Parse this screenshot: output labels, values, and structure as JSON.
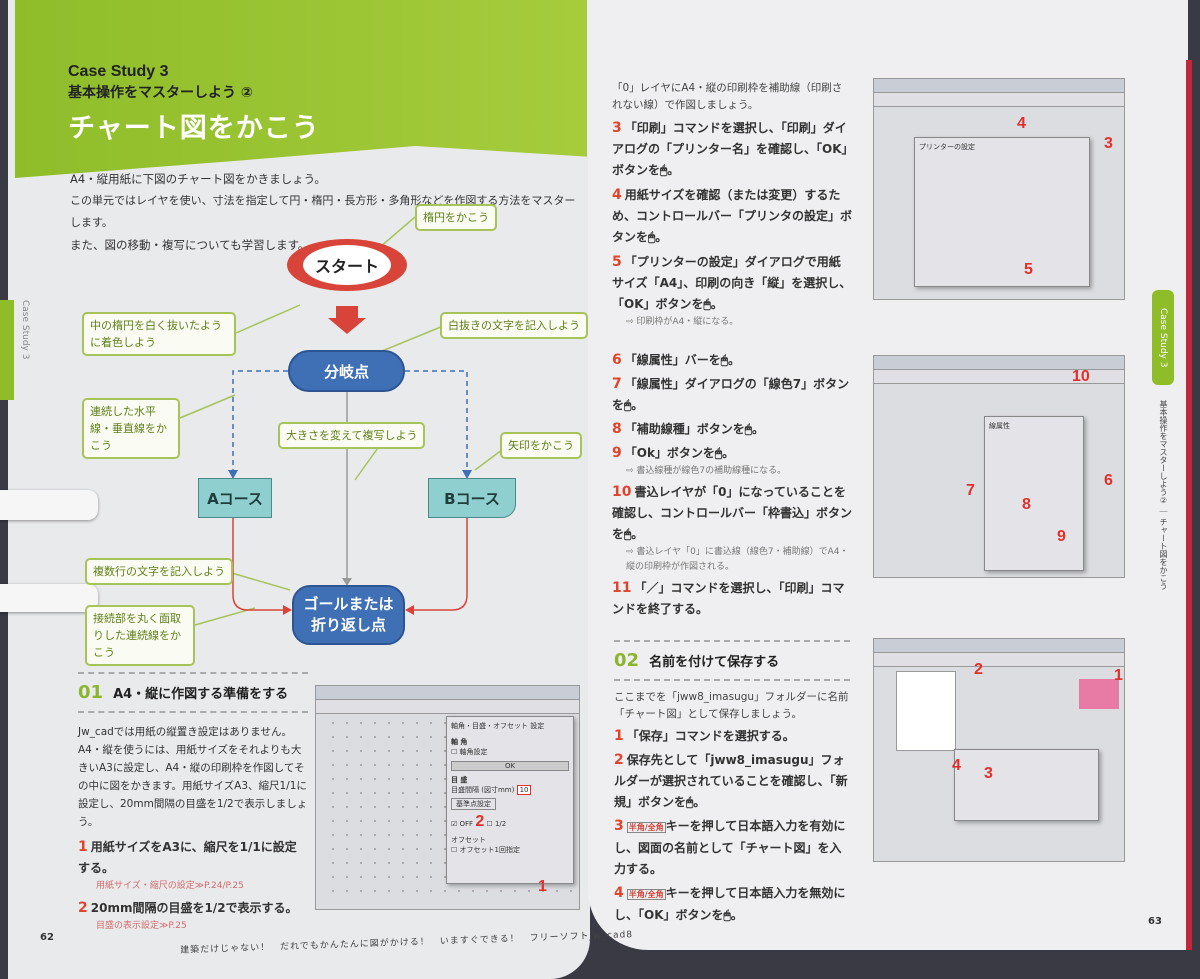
{
  "left": {
    "case_label": "Case Study 3",
    "subtitle": "基本操作をマスターしよう ②",
    "title": "チャート図をかこう",
    "intro": [
      "A4・縦用紙に下図のチャート図をかきましょう。",
      "この単元ではレイヤを使い、寸法を指定して円・楕円・長方形・多角形などを作図する方法をマスターします。",
      "また、図の移動・複写についても学習します。"
    ],
    "chart": {
      "start": "スタート",
      "branch": "分岐点",
      "course_a": "Aコース",
      "course_b": "Bコース",
      "goal_line1": "ゴールまたは",
      "goal_line2": "折り返し点",
      "callouts": [
        "楕円をかこう",
        "中の楕円を白く抜いたように着色しよう",
        "白抜きの文字を記入しよう",
        "連続した水平線・垂直線をかこう",
        "大きさを変えて複写しよう",
        "矢印をかこう",
        "複数行の文字を記入しよう",
        "接続部を丸く面取りした連続線をかこう"
      ]
    },
    "section": {
      "number": "01",
      "heading": "A4・縦に作図する準備をする",
      "body": "Jw_cadでは用紙の縦置き設定はありません。A4・縦を使うには、用紙サイズをそれよりも大きいA3に設定し、A4・縦の印刷枠を作図してその中に図をかきます。用紙サイズA3、縮尺1/1に設定し、20mm間隔の目盛を1/2で表示しましょう。",
      "steps": [
        {
          "n": "1",
          "text": "用紙サイズをA3に、縮尺を1/1に設定する。",
          "ref": "用紙サイズ・縮尺の設定≫P.24/P.25"
        },
        {
          "n": "2",
          "text": "20mm間隔の目盛を1/2で表示する。",
          "ref": "目盛の表示設定≫P.25"
        }
      ]
    },
    "screenshot": {
      "dialog_title": "軸角・目盛・オフセット 設定",
      "axis": "軸 角",
      "axis_check": "軸角設定",
      "ok": "OK",
      "grid": "目 盛",
      "grid_interval": "目盛間隔 (図寸mm)",
      "grid_value": "10",
      "base_point": "基準点設定",
      "off": "OFF",
      "half": "1/2",
      "offset": "オフセット",
      "offset_once": "オフセット1回指定",
      "markers": [
        "1",
        "2"
      ]
    },
    "page_number": "62",
    "footer": "建築だけじゃない！　だれでもかんたんに図がかける！　いますぐできる！　フリーソフトJw_cad8"
  },
  "right": {
    "intro": "「0」レイヤにA4・縦の印刷枠を補助線（印刷されない線）で作図しましょう。",
    "steps_a": [
      {
        "n": "3",
        "text": "「印刷」コマンドを選択し、「印刷」ダイアログの「プリンター名」を確認し、「OK」ボタンを🖱。"
      },
      {
        "n": "4",
        "text": "用紙サイズを確認（または変更）するため、コントロールバー「プリンタの設定」ボタンを🖱。"
      },
      {
        "n": "5",
        "text": "「プリンターの設定」ダイアログで用紙サイズ「A4」、印刷の向き「縦」を選択し、「OK」ボタンを🖱。",
        "note": "⇨ 印刷枠がA4・縦になる。"
      }
    ],
    "steps_b": [
      {
        "n": "6",
        "text": "「線属性」バーを🖱。"
      },
      {
        "n": "7",
        "text": "「線属性」ダイアログの「線色7」ボタンを🖱。"
      },
      {
        "n": "8",
        "text": "「補助線種」ボタンを🖱。"
      },
      {
        "n": "9",
        "text": "「Ok」ボタンを🖱。",
        "note": "⇨ 書込線種が線色7の補助線種になる。"
      },
      {
        "n": "10",
        "text": "書込レイヤが「0」になっていることを確認し、コントロールバー「枠書込」ボタンを🖱。",
        "note": "⇨ 書込レイヤ「0」に書込線（線色7・補助線）でA4・縦の印刷枠が作図される。"
      },
      {
        "n": "11",
        "text": "「／」コマンドを選択し、「印刷」コマンドを終了する。"
      }
    ],
    "section": {
      "number": "02",
      "heading": "名前を付けて保存する",
      "body": "ここまでを「jww8_imasugu」フォルダーに名前「チャート図」として保存しましょう。",
      "steps": [
        {
          "n": "1",
          "text": "「保存」コマンドを選択する。"
        },
        {
          "n": "2",
          "text": "保存先として「jww8_imasugu」フォルダーが選択されていることを確認し、「新規」ボタンを🖱。"
        },
        {
          "n": "3",
          "key": "半角/全角",
          "text": "キーを押して日本語入力を有効にし、図面の名前として「チャート図」を入力する。"
        },
        {
          "n": "4",
          "key": "半角/全角",
          "text": "キーを押して日本語入力を無効にし、「OK」ボタンを🖱。"
        }
      ]
    },
    "shot1_markers": [
      "4",
      "3",
      "5"
    ],
    "shot1_dialog": "プリンターの設定",
    "shot2_markers": [
      "10",
      "7",
      "8",
      "6",
      "9"
    ],
    "shot2_dialog": "線属性",
    "shot3_markers": [
      "2",
      "1",
      "4",
      "3"
    ],
    "side_tab": "Case Study 3",
    "side_text": "基本操作をマスターしよう② ｜ チャート図をかこう",
    "page_number": "63"
  },
  "colors": {
    "green": "#8fbd2a",
    "red": "#e0452c",
    "blue": "#3f6fb5",
    "teal": "#8fcfcf"
  }
}
